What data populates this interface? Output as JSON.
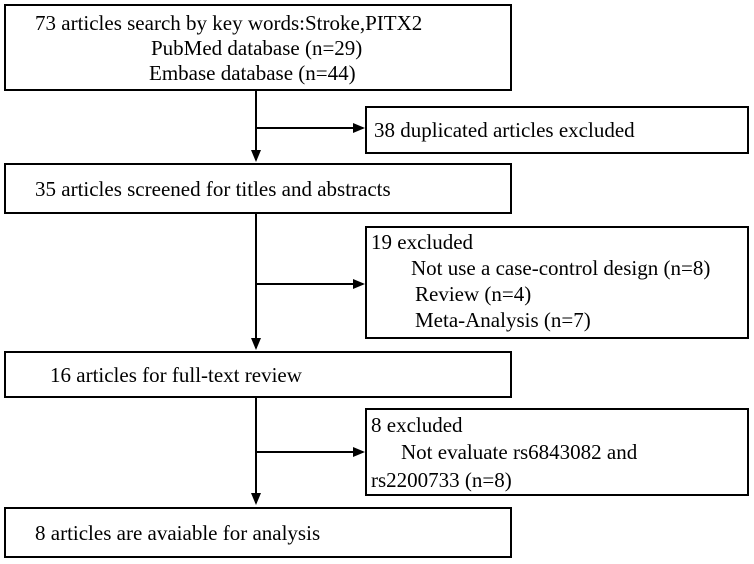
{
  "flowchart": {
    "identification": {
      "line1": "73 articles search by key words:Stroke,PITX2",
      "line2": "PubMed database (n=29)",
      "line3": "Embase database  (n=44)"
    },
    "duplicates": {
      "text": "38 duplicated articles excluded"
    },
    "screening": {
      "text": "35 articles screened for titles and abstracts"
    },
    "screen_excluded": {
      "title": "19 excluded",
      "reason1": "Not use a case-control design (n=8)",
      "reason2": "Review (n=4)",
      "reason3": "Meta-Analysis (n=7)"
    },
    "full_text": {
      "text": "16 articles for full-text review"
    },
    "full_text_excluded": {
      "title": "8 excluded",
      "reason1": "Not evaluate rs6843082 and",
      "reason2": "rs2200733 (n=8)"
    },
    "included": {
      "text": "8 articles are avaiable for analysis"
    }
  }
}
